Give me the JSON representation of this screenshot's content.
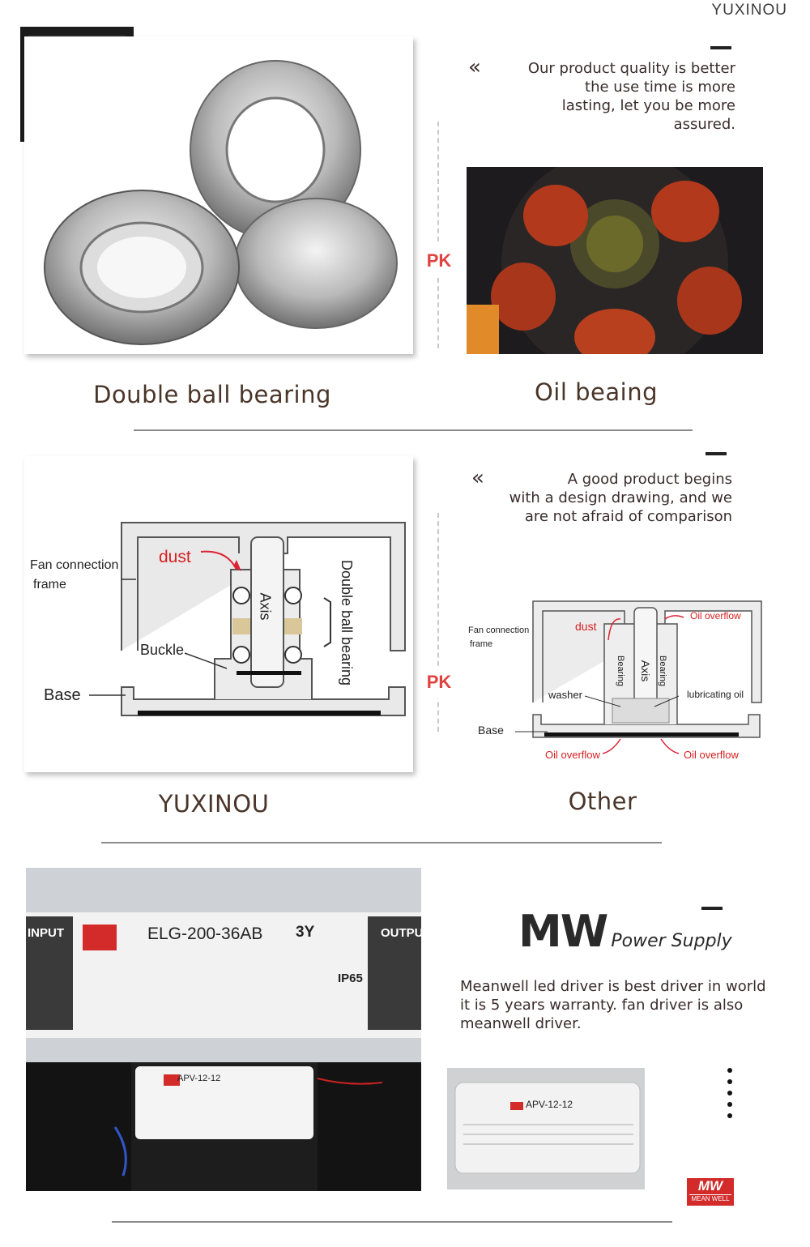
{
  "brand": "YUXINOU",
  "section1": {
    "quote": [
      "Our product quality is better",
      "the use time is more",
      "lasting, let you be more",
      "assured."
    ],
    "pk": "PK",
    "left_caption": "Double ball bearing",
    "right_caption": "Oil beaing"
  },
  "section2": {
    "quote": [
      "A good product begins",
      "with a design drawing, and we",
      "are not afraid of comparison"
    ],
    "pk": "PK",
    "left_caption": "YUXINOU",
    "right_caption": "Other",
    "left_diagram": {
      "fan_frame_1": "Fan connection",
      "fan_frame_2": "frame",
      "dust": "dust",
      "axis": "Axis",
      "buckle": "Buckle",
      "base": "Base",
      "double_ball": "Double ball bearing"
    },
    "right_diagram": {
      "fan_frame_1": "Fan connection",
      "fan_frame_2": "frame",
      "dust": "dust",
      "oil_overflow_top": "Oil overflow",
      "bearing_l": "Bearing",
      "axis": "Axis",
      "bearing_r": "Bearing",
      "washer": "washer",
      "lub_oil": "lubricating oil",
      "base": "Base",
      "oil_overflow_l": "Oil overflow",
      "oil_overflow_r": "Oil overflow"
    }
  },
  "section3": {
    "mw_big": "MW",
    "mw_sub": "Power Supply",
    "desc": [
      "Meanwell led driver is best driver in world",
      "it is 5 years warranty. fan driver is also",
      "meanwell driver."
    ],
    "label_model": "ELG-200-36AB",
    "label_model_suffix": "3Y",
    "label_input": "INPUT",
    "label_output": "OUTPU",
    "label_ip": "IP65",
    "small_model": "APV-12-12",
    "mw_logo_top": "MW",
    "mw_logo_bottom": "MEAN WELL"
  }
}
